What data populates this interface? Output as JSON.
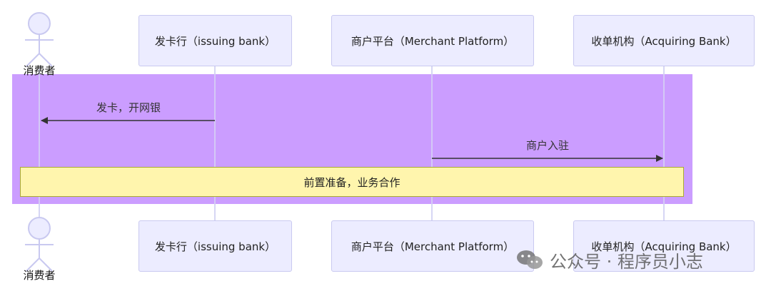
{
  "participants": {
    "consumer": "消费者",
    "issuing_bank": "发卡行（issuing bank）",
    "merchant_platform": "商户平台（Merchant Platform）",
    "acquiring_bank": "收单机构（Acquiring Bank）"
  },
  "messages": [
    {
      "text": "发卡，开网银",
      "from": "issuing_bank",
      "to": "consumer"
    },
    {
      "text": "商户入驻",
      "from": "merchant_platform",
      "to": "acquiring_bank"
    }
  ],
  "note": "前置准备，业务合作",
  "watermark": {
    "icon": "wechat-icon",
    "text": "公众号 · 程序员小志"
  },
  "colors": {
    "participant_fill": "#ECECFF",
    "participant_border": "#C9C9F0",
    "rect_fill": "#C898FF",
    "note_fill": "#FFF5AD",
    "note_border": "#AAAA33",
    "lifeline": "#C9C9F0",
    "arrow": "#333333"
  }
}
